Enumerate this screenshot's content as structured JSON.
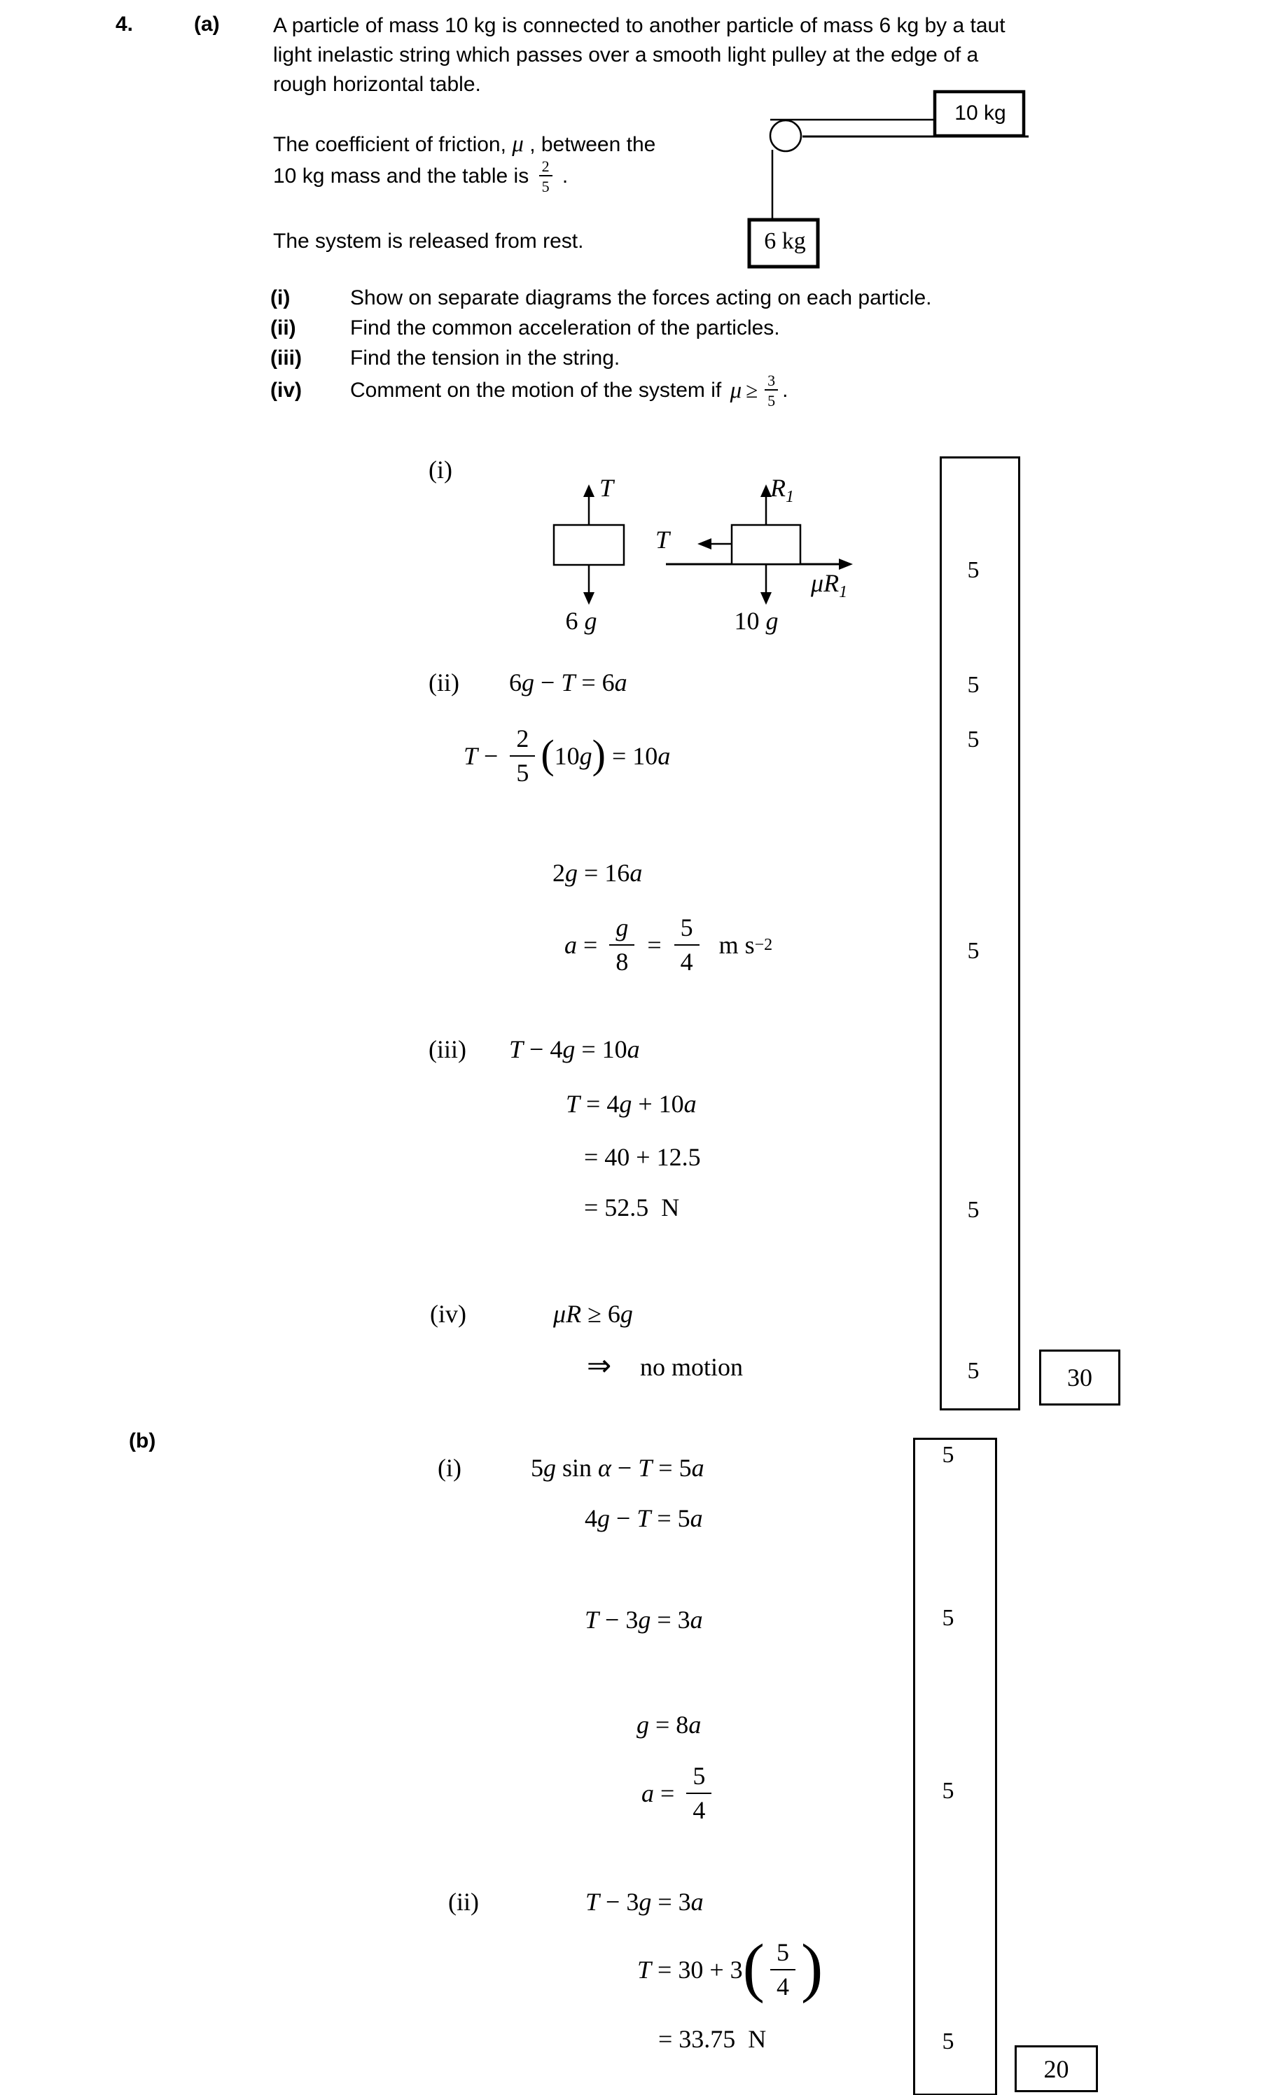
{
  "question": {
    "num": "4.",
    "a_label": "(a)",
    "intro": [
      "A particle of mass 10 kg is connected to another particle of mass 6 kg by a taut",
      "light inelastic string which passes over a smooth light pulley at the edge of a",
      "rough horizontal table."
    ],
    "fric": {
      "l1_pre": "The coefficient of friction, ",
      "mu": "μ",
      "l1_post": " , between the",
      "l2_pre": "10 kg mass and the table is ",
      "num": "2",
      "den": "5",
      "period": " ."
    },
    "released": "The system is released from rest.",
    "items": [
      {
        "label": "(i)",
        "text": "Show on separate diagrams the forces acting on each particle."
      },
      {
        "label": "(ii)",
        "text": "Find the common acceleration of the particles."
      },
      {
        "label": "(iii)",
        "text": "Find the tension in the string."
      },
      {
        "label": "(iv)",
        "text": "Comment on the motion of the system if ",
        "mu": "μ",
        "geq": "≥",
        "num": "3",
        "den": "5",
        "period": "."
      }
    ],
    "diagram": {
      "m10": "10 kg",
      "m6": "6 kg"
    }
  },
  "sa": {
    "i_label": "(i)",
    "fbd6_up": "T",
    "fbd6_down": "6 g",
    "fbd10_up": "R",
    "fbd10_up_sub": "1",
    "fbd10_left": "T",
    "fbd10_fric": "μR",
    "fbd10_fric_sub": "1",
    "fbd10_down": "10 g",
    "ii_label": "(ii)",
    "ii_eq1": "6g − T = 6a",
    "ii_eq2": {
      "pre": "T − ",
      "num": "2",
      "den": "5",
      "lp": "(",
      "inner": "10g",
      "rp": ")",
      "tail": " = 10a"
    },
    "ii_eq3": "2g = 16a",
    "ii_eq4": {
      "pre": "a = ",
      "f1n": "g",
      "f1d": "8",
      "eq": "=",
      "f2n": "5",
      "f2d": "4",
      "unit": "m s",
      "sup": "−2"
    },
    "iii_label": "(iii)",
    "iii_eq1": "T − 4g = 10a",
    "iii_eq2": "T = 4g + 10a",
    "iii_eq3": "= 40 + 12.5",
    "iii_eq4": "= 52.5  N",
    "iv_label": "(iv)",
    "iv_eq": "μR ≥ 6g",
    "iv_arrow": "⇒",
    "iv_text": "no motion"
  },
  "sb": {
    "b_label": "(b)",
    "i_label": "(i)",
    "eq1": "5g sin α − T = 5a",
    "eq2": "4g − T = 5a",
    "eq3": "T − 3g = 3a",
    "eq4": "g = 8a",
    "eq5": {
      "pre": "a = ",
      "num": "5",
      "den": "4"
    },
    "ii_label": "(ii)",
    "eq6": "T − 3g = 3a",
    "eq7": {
      "pre": "T = 30 + 3",
      "lp": "(",
      "num": "5",
      "den": "4",
      "rp": ")"
    },
    "eq8": "= 33.75  N"
  },
  "marks": {
    "a": [
      "5",
      "5",
      "5",
      "5",
      "5",
      "5"
    ],
    "a_total": "30",
    "b": [
      "5",
      "5",
      "5",
      "5"
    ],
    "b_total": "20"
  }
}
